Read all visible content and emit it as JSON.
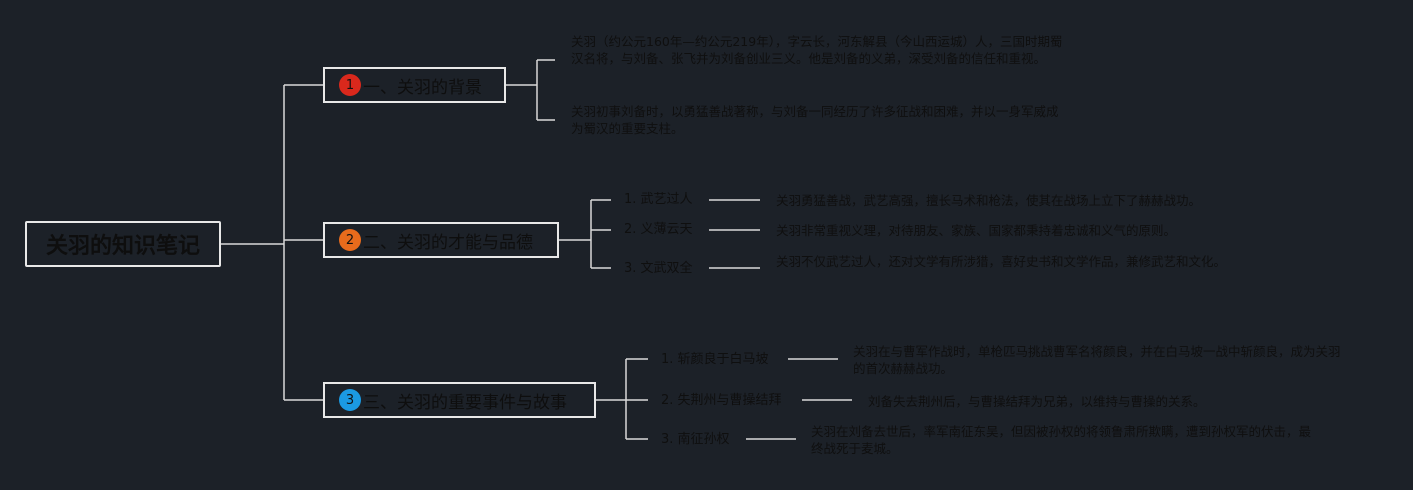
{
  "root": {
    "title": "关羽的知识笔记"
  },
  "colors": {
    "background": "#1c2128",
    "connector": "#d9d9d9",
    "badge1": "#d9281c",
    "badge2": "#e86b1c",
    "badge3": "#1b9ae3"
  },
  "branches": [
    {
      "number": "1",
      "label": "一、关羽的背景",
      "paragraphs": [
        "关羽（约公元160年—约公元219年），字云长，河东解县（今山西运城）人，三国时期蜀汉名将，与刘备、张飞并为刘备创业三义。他是刘备的义弟，深受刘备的信任和重视。",
        "关羽初事刘备时，以勇猛善战著称，与刘备一同经历了许多征战和困难，并以一身军威成为蜀汉的重要支柱。"
      ]
    },
    {
      "number": "2",
      "label": "二、关羽的才能与品德",
      "items": [
        {
          "label": "1. 武艺过人",
          "desc": "关羽勇猛善战，武艺高强，擅长马术和枪法，使其在战场上立下了赫赫战功。"
        },
        {
          "label": "2. 义薄云天",
          "desc": "关羽非常重视义理，对待朋友、家族、国家都秉持着忠诚和义气的原则。"
        },
        {
          "label": "3. 文武双全",
          "desc": "关羽不仅武艺过人，还对文学有所涉猎，喜好史书和文学作品，兼修武艺和文化。"
        }
      ]
    },
    {
      "number": "3",
      "label": "三、关羽的重要事件与故事",
      "items": [
        {
          "label": "1. 斩颜良于白马坡",
          "desc": "关羽在与曹军作战时，单枪匹马挑战曹军名将颜良，并在白马坡一战中斩颜良，成为关羽的首次赫赫战功。"
        },
        {
          "label": "2. 失荆州与曹操结拜",
          "desc": "刘备失去荆州后，与曹操结拜为兄弟，以维持与曹操的关系。"
        },
        {
          "label": "3. 南征孙权",
          "desc": "关羽在刘备去世后，率军南征东吴，但因被孙权的将领鲁肃所欺瞒，遭到孙权军的伏击，最终战死于麦城。"
        }
      ]
    }
  ]
}
